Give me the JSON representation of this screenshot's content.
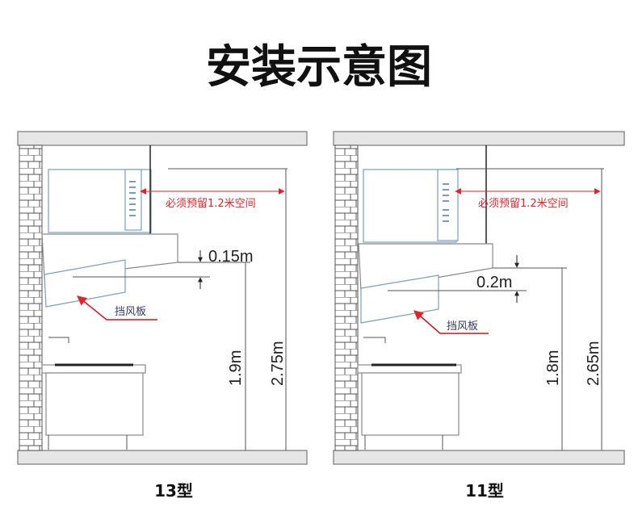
{
  "title": "安装示意图",
  "diagrams": [
    {
      "model_label": "13型",
      "clearance_note": "必须预留1.2米空间",
      "gap_label": "0.15m",
      "hood_height_label": "1.9m",
      "ceiling_height_label": "2.75m",
      "baffle_label": "挡风板"
    },
    {
      "model_label": "11型",
      "clearance_note": "必须预留1.2米空间",
      "gap_label": "0.2m",
      "hood_height_label": "1.8m",
      "ceiling_height_label": "2.65m",
      "baffle_label": "挡风板"
    }
  ],
  "colors": {
    "accent_red": "#e0242b",
    "equipment_blue": "#7a9ec0"
  }
}
